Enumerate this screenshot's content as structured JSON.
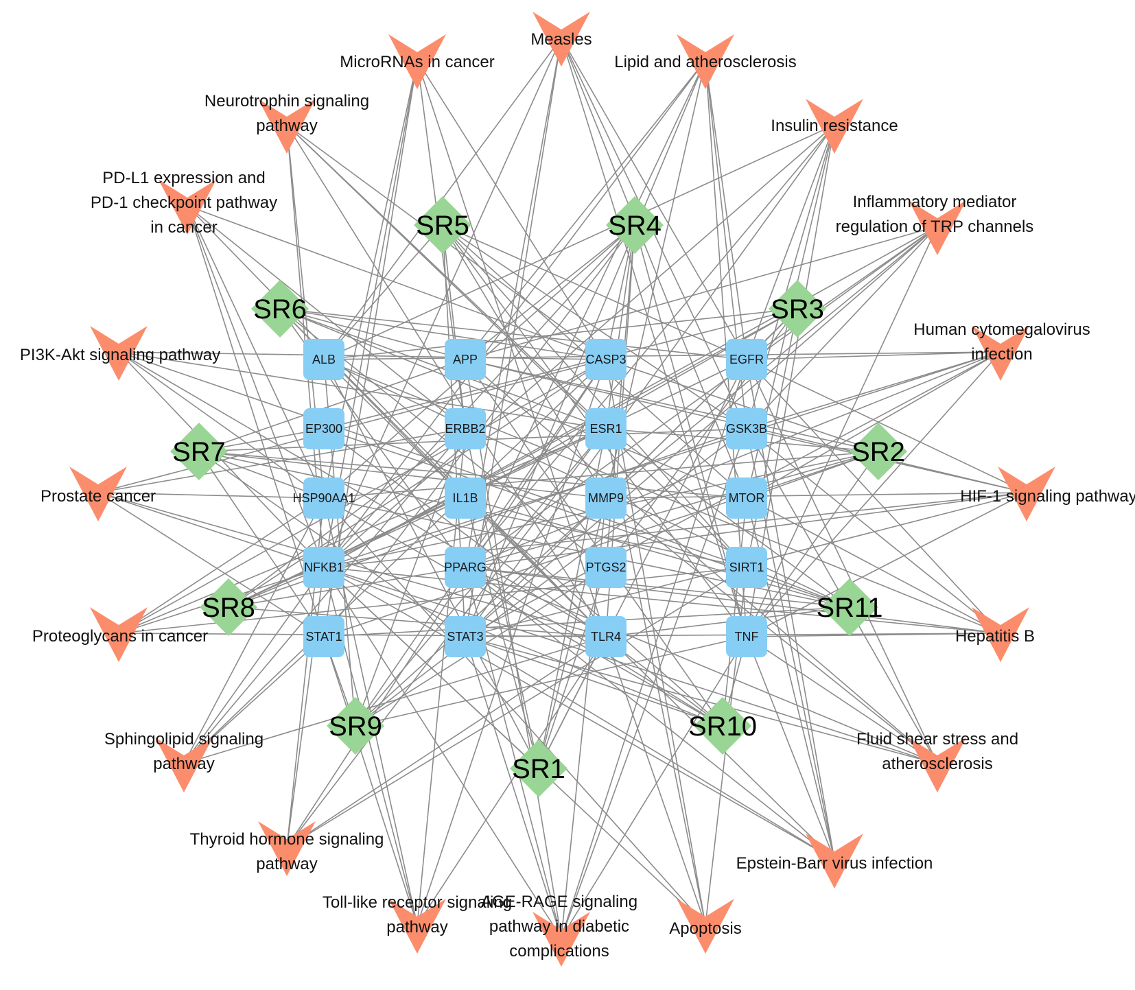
{
  "colors": {
    "pathway": "#fc8d6c",
    "compound": "#99d594",
    "target": "#87cef5",
    "edge": "#8c8c8c"
  },
  "pathways": [
    {
      "id": "measles",
      "lines": [
        "Measles"
      ]
    },
    {
      "id": "microrna",
      "lines": [
        "MicroRNAs in cancer"
      ]
    },
    {
      "id": "lipid",
      "lines": [
        "Lipid and atherosclerosis"
      ]
    },
    {
      "id": "neurotrophin",
      "lines": [
        "Neurotrophin signaling",
        "pathway"
      ]
    },
    {
      "id": "insulin",
      "lines": [
        "Insulin resistance"
      ]
    },
    {
      "id": "pdl1",
      "lines": [
        "PD-L1 expression and",
        "PD-1 checkpoint pathway",
        "in cancer"
      ]
    },
    {
      "id": "trp",
      "lines": [
        "Inflammatory mediator",
        "regulation of TRP channels"
      ]
    },
    {
      "id": "pi3k",
      "lines": [
        "PI3K-Akt signaling pathway"
      ]
    },
    {
      "id": "hcmv",
      "lines": [
        "Human cytomegalovirus",
        "infection"
      ]
    },
    {
      "id": "prostate",
      "lines": [
        "Prostate cancer"
      ]
    },
    {
      "id": "hif1",
      "lines": [
        "HIF-1 signaling pathway"
      ]
    },
    {
      "id": "proteoglycans",
      "lines": [
        "Proteoglycans in cancer"
      ]
    },
    {
      "id": "hepb",
      "lines": [
        "Hepatitis B"
      ]
    },
    {
      "id": "sphingolipid",
      "lines": [
        "Sphingolipid signaling",
        "pathway"
      ]
    },
    {
      "id": "fluid",
      "lines": [
        "Fluid shear stress and",
        "atherosclerosis"
      ]
    },
    {
      "id": "thyroid",
      "lines": [
        "Thyroid hormone signaling",
        "pathway"
      ]
    },
    {
      "id": "ebv",
      "lines": [
        "Epstein-Barr virus infection"
      ]
    },
    {
      "id": "tlr",
      "lines": [
        "Toll-like receptor signaling",
        "pathway"
      ]
    },
    {
      "id": "agerage",
      "lines": [
        "AGE-RAGE signaling",
        "pathway in diabetic",
        "complications"
      ]
    },
    {
      "id": "apoptosis",
      "lines": [
        "Apoptosis"
      ]
    }
  ],
  "compounds": [
    "SR1",
    "SR2",
    "SR3",
    "SR4",
    "SR5",
    "SR6",
    "SR7",
    "SR8",
    "SR9",
    "SR10",
    "SR11"
  ],
  "targets": [
    "ALB",
    "APP",
    "CASP3",
    "EGFR",
    "EP300",
    "ERBB2",
    "ESR1",
    "GSK3B",
    "HSP90AA1",
    "IL1B",
    "MMP9",
    "MTOR",
    "NFKB1",
    "PPARG",
    "PTGS2",
    "SIRT1",
    "STAT1",
    "STAT3",
    "TLR4",
    "TNF"
  ]
}
